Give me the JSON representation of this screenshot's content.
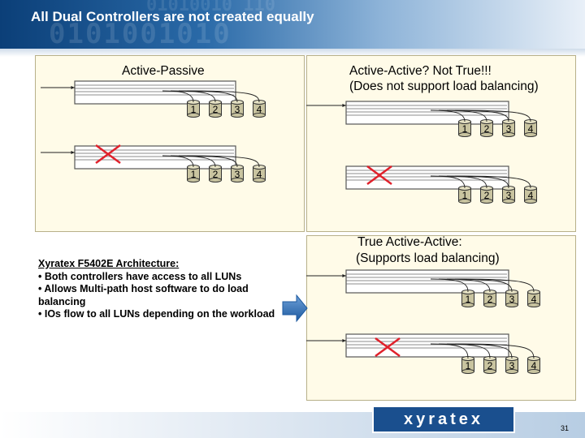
{
  "title": "All Dual Controllers are not created equally",
  "logo_text": "xyratex",
  "page_number": "31",
  "panels": {
    "active_passive": {
      "label": "Active-Passive"
    },
    "active_active": {
      "label_line1": "Active-Active? Not True!!!",
      "label_line2": "(Does not support load balancing)"
    },
    "true_active": {
      "label_line1": "True Active-Active:",
      "label_line2": "(Supports load balancing)"
    }
  },
  "description": {
    "heading": "Xyratex F5402E Architecture:",
    "bullets": [
      "• Both controllers have access to all LUNs",
      "• Allows Multi-path host software to do load balancing",
      "• IOs flow to all LUNs depending on the workload"
    ]
  },
  "lun_labels": [
    "1",
    "2",
    "3",
    "4"
  ],
  "colors": {
    "accent": "#1a4f8e",
    "panel": "#fffbe8",
    "lun": "#c9c4a0",
    "cross": "#e0212b",
    "arrow": "#2f6fb7"
  }
}
